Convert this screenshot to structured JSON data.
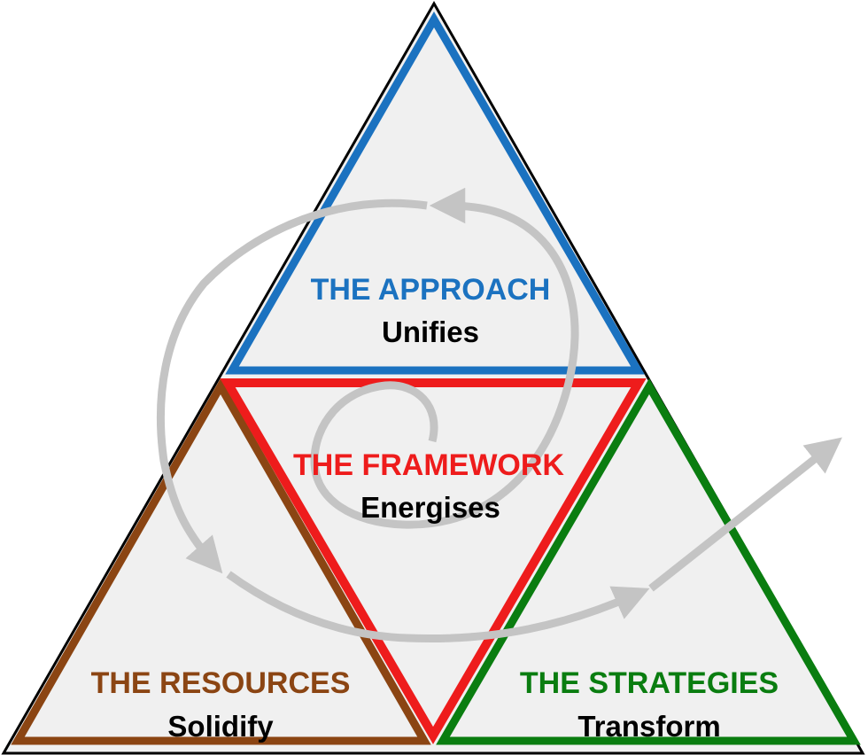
{
  "colors": {
    "approach": "#1b72c0",
    "framework": "#ee1c1c",
    "resources": "#8b4513",
    "strategies": "#0a7d10",
    "fill": "#f0f0f0",
    "arrow": "#c4c4c4",
    "outline": "#000000"
  },
  "sections": {
    "approach": {
      "title": "THE APPROACH",
      "verb": "Unifies"
    },
    "framework": {
      "title": "THE FRAMEWORK",
      "verb": "Energises"
    },
    "resources": {
      "title": "THE RESOURCES",
      "verb": "Solidify"
    },
    "strategies": {
      "title": "THE STRATEGIES",
      "verb": "Transform"
    }
  },
  "arrows": [
    "spiral-arrow",
    "exit-arrow"
  ]
}
